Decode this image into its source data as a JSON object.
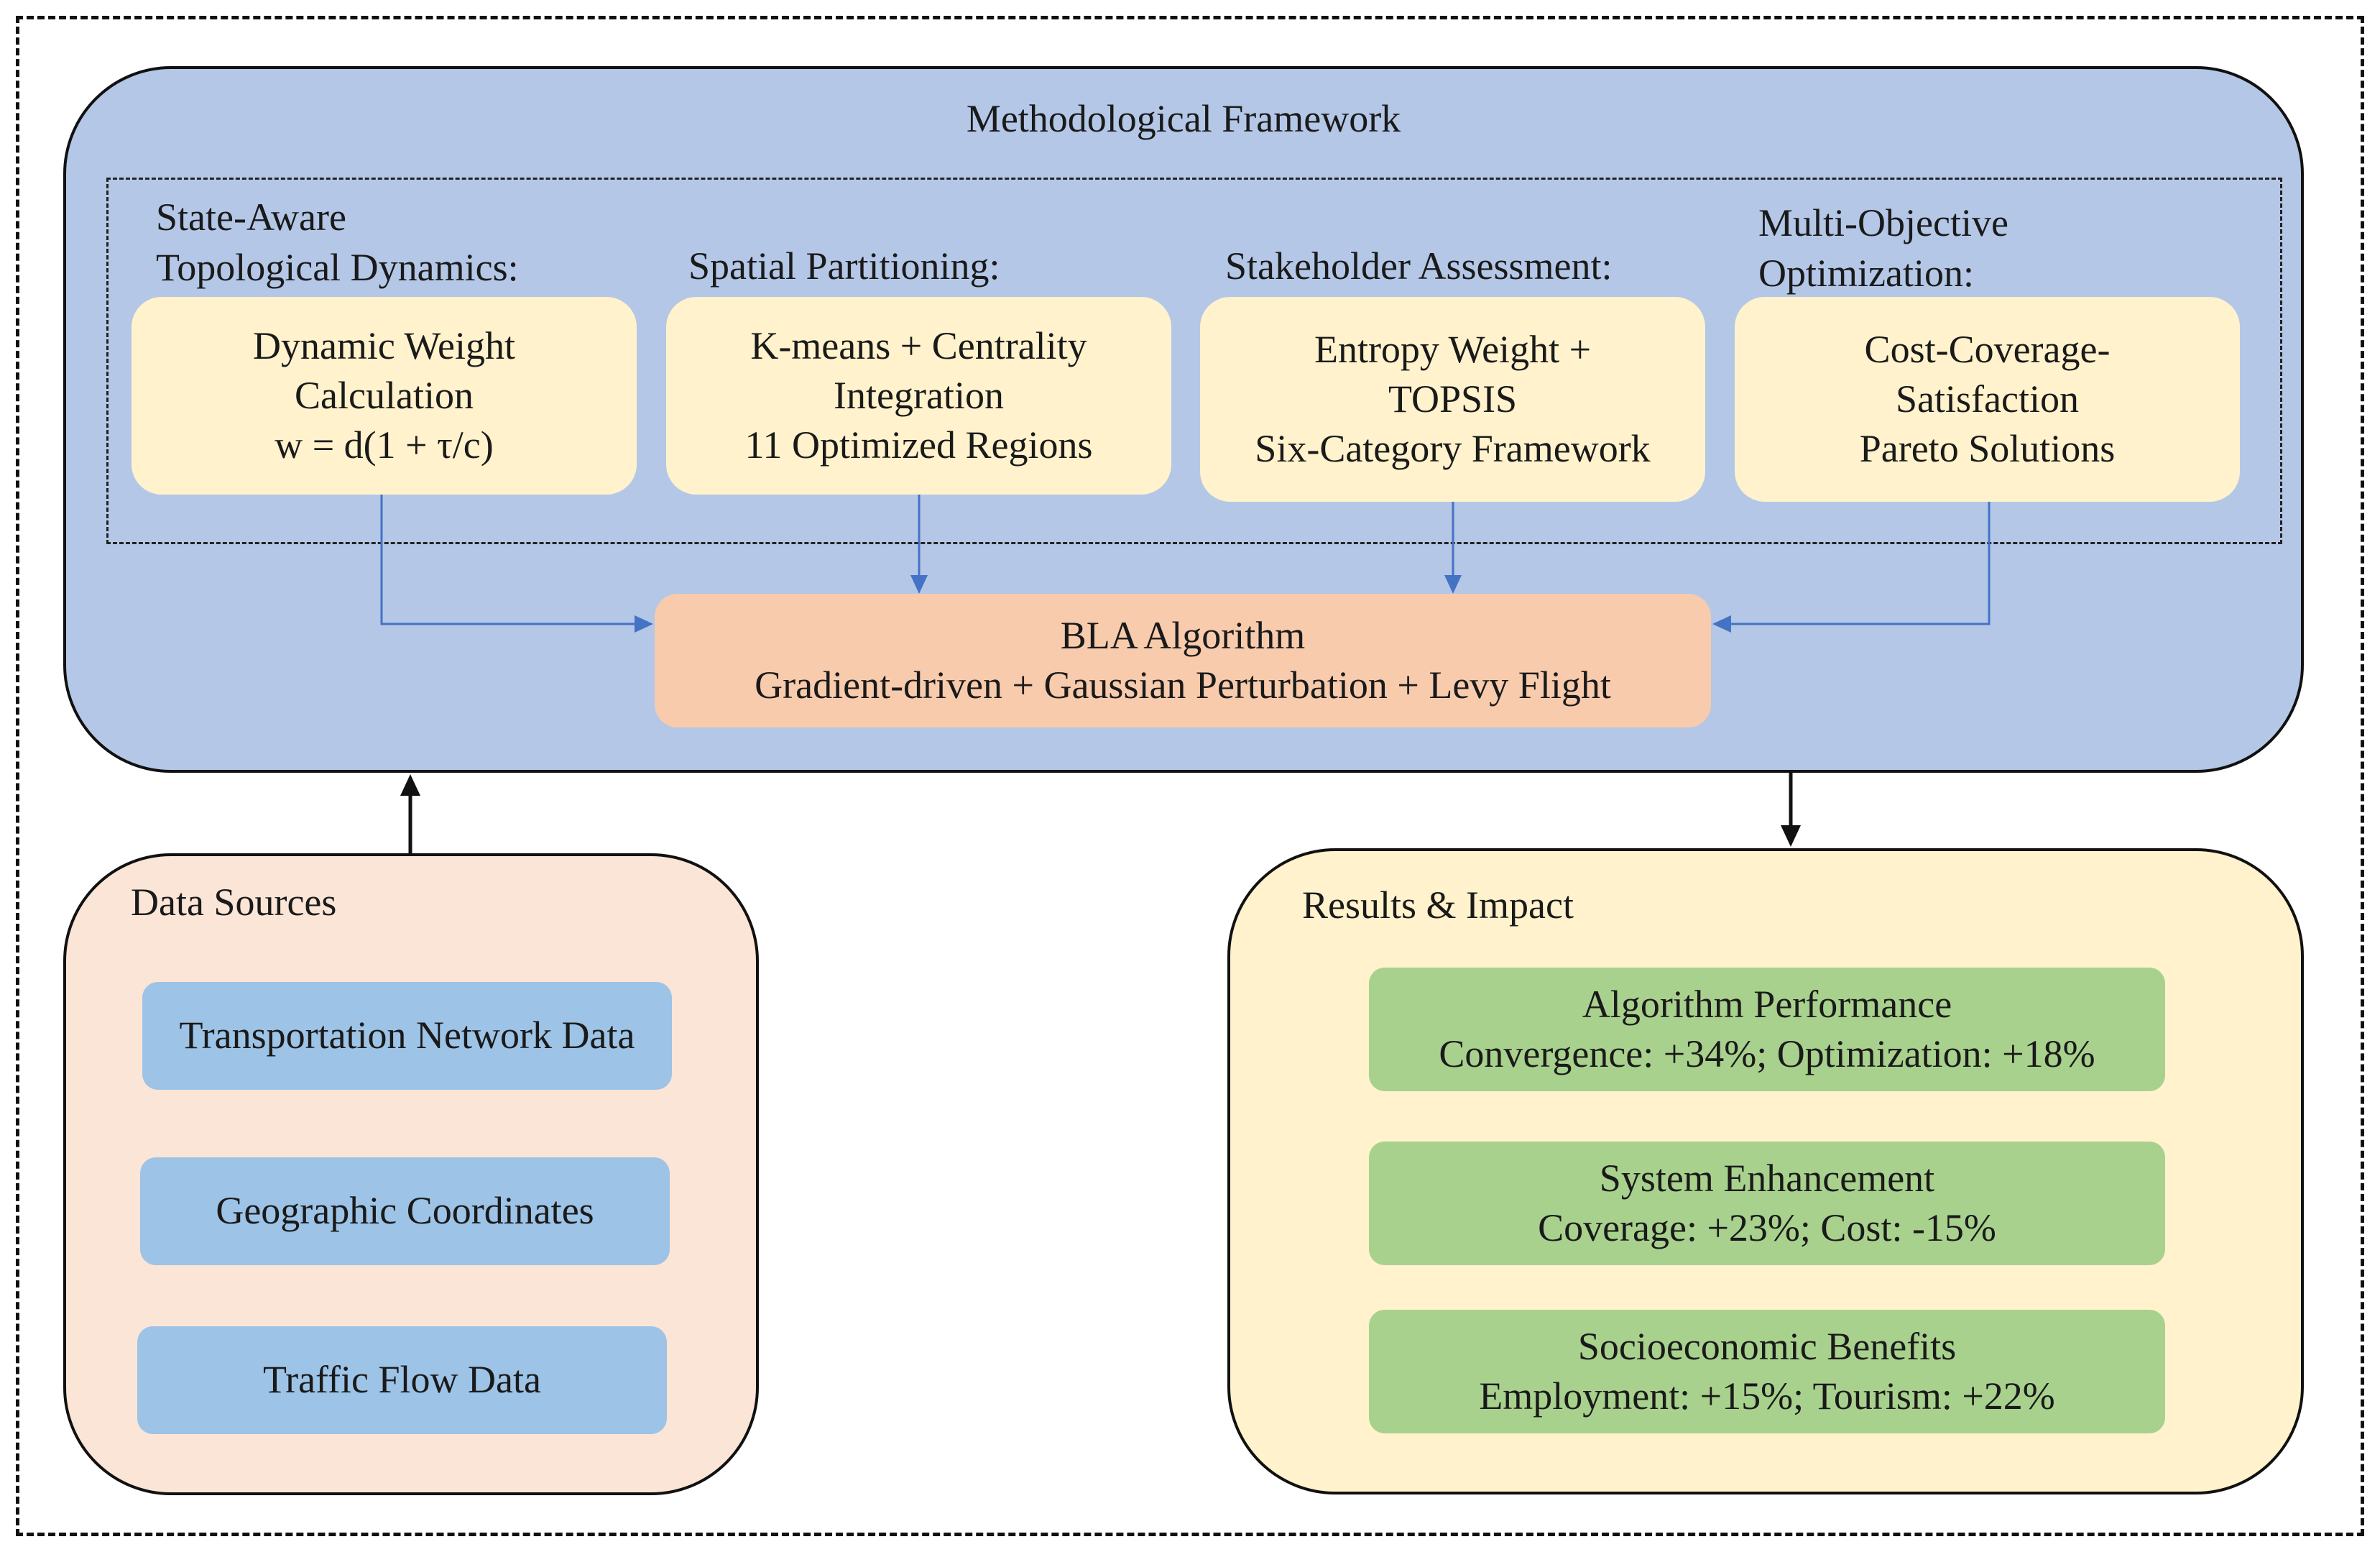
{
  "framework": {
    "title": "Methodological Framework",
    "columns": [
      {
        "heading": "State-Aware\nTopological Dynamics:",
        "lines": [
          "Dynamic Weight",
          "Calculation",
          "w = d(1 + τ/c)"
        ]
      },
      {
        "heading": "Spatial Partitioning:",
        "lines": [
          "K-means + Centrality",
          "Integration",
          "11 Optimized Regions"
        ]
      },
      {
        "heading": "Stakeholder Assessment:",
        "lines": [
          "Entropy Weight +",
          "TOPSIS",
          "Six-Category Framework"
        ]
      },
      {
        "heading": "Multi-Objective\nOptimization:",
        "lines": [
          "Cost-Coverage-",
          "Satisfaction",
          "Pareto Solutions"
        ]
      }
    ],
    "algorithm": {
      "title": "BLA Algorithm",
      "subtitle": "Gradient-driven + Gaussian Perturbation + Levy Flight"
    }
  },
  "data_sources": {
    "title": "Data Sources",
    "items": [
      "Transportation Network Data",
      "Geographic Coordinates",
      "Traffic Flow Data"
    ]
  },
  "results": {
    "title": "Results & Impact",
    "items": [
      {
        "title": "Algorithm Performance",
        "detail": "Convergence: +34%; Optimization: +18%"
      },
      {
        "title": "System Enhancement",
        "detail": "Coverage: +23%; Cost: -15%"
      },
      {
        "title": "Socioeconomic Benefits",
        "detail": "Employment: +15%; Tourism: +22%"
      }
    ]
  },
  "colors": {
    "framework_fill": "#b4c7e7",
    "module_fill": "#fff2cc",
    "algorithm_fill": "#f8cbad",
    "data_source_fill": "#fbe5d6",
    "data_item_fill": "#9dc3e6",
    "result_fill": "#fff2cc",
    "result_item_fill": "#a9d18e",
    "connector_blue": "#4472c4",
    "connector_black": "#111111"
  }
}
